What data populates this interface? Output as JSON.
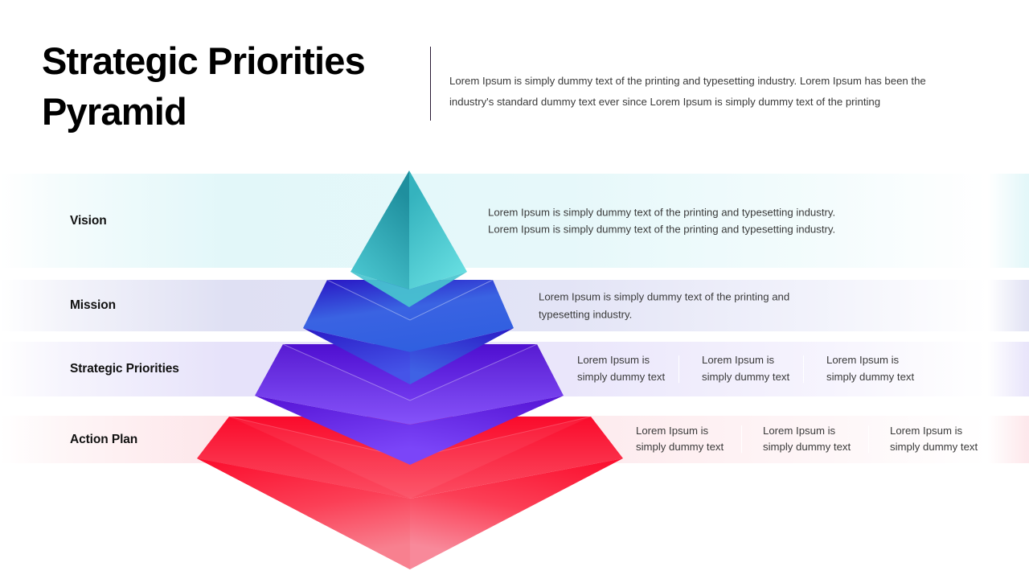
{
  "header": {
    "title": "Strategic Priorities\nPyramid",
    "description": "Lorem Ipsum is simply dummy text of the printing and typesetting industry. Lorem Ipsum has been the industry's standard dummy text ever since Lorem Ipsum is simply dummy text of the printing"
  },
  "levels": {
    "vision": {
      "label": "Vision",
      "description": "Lorem Ipsum is simply dummy text of the printing and typesetting industry. Lorem Ipsum is simply dummy text of the printing and typesetting industry.",
      "band_color": "#e2f7f9",
      "shape_color_dark": "#2fa8b5",
      "shape_color_light": "#63dfe2"
    },
    "mission": {
      "label": "Mission",
      "description": "Lorem Ipsum is simply dummy text of the printing and typesetting industry.",
      "band_color": "#dfe0f3",
      "shape_color_dark": "#2b1fc4",
      "shape_color_light": "#3f6fe0"
    },
    "strategic": {
      "label": "Strategic Priorities",
      "band_color": "#e6e2fa",
      "shape_color_dark": "#5a18d8",
      "shape_color_light": "#6f3bf5",
      "columns": [
        "Lorem Ipsum is simply dummy text",
        "Lorem Ipsum is simply dummy text",
        "Lorem Ipsum is simply dummy text"
      ]
    },
    "action": {
      "label": "Action Plan",
      "band_color": "#fde5e9",
      "shape_color_dark": "#fa0a2a",
      "shape_color_light": "#f8697f",
      "columns": [
        "Lorem Ipsum is simply dummy text",
        "Lorem Ipsum is simply dummy text",
        "Lorem Ipsum is simply dummy text"
      ]
    }
  }
}
